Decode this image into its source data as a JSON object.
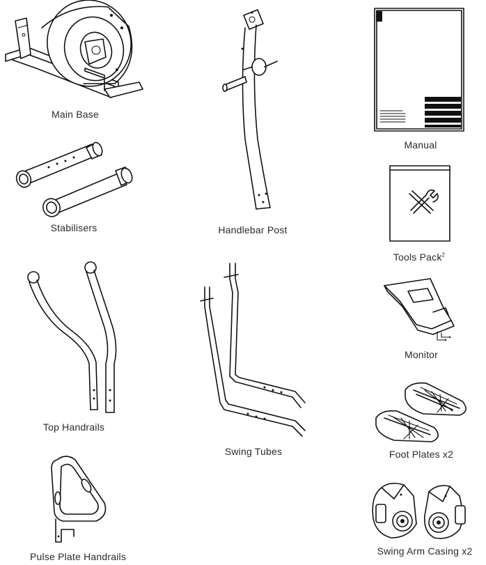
{
  "parts": {
    "main_base": "Main Base",
    "stabilisers": "Stabilisers",
    "top_handrails": "Top Handrails",
    "pulse_plate_handrails": "Pulse Plate Handrails",
    "handlebar_post": "Handlebar Post",
    "swing_tubes": "Swing Tubes",
    "manual": "Manual",
    "tools_pack": "Tools Pack",
    "tools_pack_sup": "2",
    "monitor": "Monitor",
    "foot_plates": "Foot Plates x2",
    "swing_arm_casing": "Swing Arm Casing x2"
  },
  "icons": {
    "main_base": "elliptical-base-illustration",
    "stabilisers": "stabiliser-tubes-illustration",
    "top_handrails": "top-handrails-illustration",
    "pulse_plate_handrails": "pulse-handrail-illustration",
    "handlebar_post": "handlebar-post-illustration",
    "swing_tubes": "swing-tubes-illustration",
    "manual": "manual-booklet-illustration",
    "tools_pack": "tools-bag-illustration",
    "monitor": "monitor-console-illustration",
    "foot_plates": "foot-plates-illustration",
    "swing_arm_casing": "swing-arm-casing-illustration"
  }
}
